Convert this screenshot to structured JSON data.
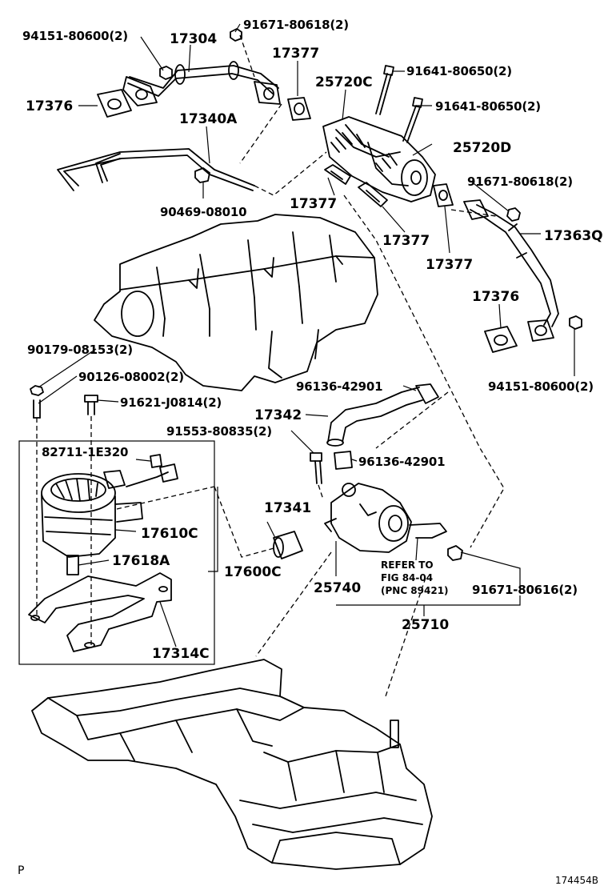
{
  "diagram_id": "174454B",
  "corner_mark": "P",
  "refer_note": [
    "REFER TO",
    "FIG 84-04",
    "(PNC 89421)"
  ],
  "labels": {
    "l_94151_top": "94151-80600(2)",
    "l_17304": "17304",
    "l_91671_top": "91671-80618(2)",
    "l_17377_a": "17377",
    "l_25720c": "25720C",
    "l_91641_a": "91641-80650(2)",
    "l_17376_a": "17376",
    "l_17340a": "17340A",
    "l_91641_b": "91641-80650(2)",
    "l_25720d": "25720D",
    "l_90469": "90469-08010",
    "l_17377_b": "17377",
    "l_91671_r": "91671-80618(2)",
    "l_17377_c": "17377",
    "l_17363q": "17363Q",
    "l_17377_d": "17377",
    "l_17376_b": "17376",
    "l_90179": "90179-08153(2)",
    "l_90126": "90126-08002(2)",
    "l_96136_a": "96136-42901",
    "l_91621": "91621-J0814(2)",
    "l_94151_r": "94151-80600(2)",
    "l_17342": "17342",
    "l_91553": "91553-80835(2)",
    "l_82711": "82711-1E320",
    "l_96136_b": "96136-42901",
    "l_17341": "17341",
    "l_17610c": "17610C",
    "l_17618a": "17618A",
    "l_17600c": "17600C",
    "l_25740": "25740",
    "l_91671_b": "91671-80616(2)",
    "l_25710": "25710",
    "l_17314c": "17314C"
  }
}
